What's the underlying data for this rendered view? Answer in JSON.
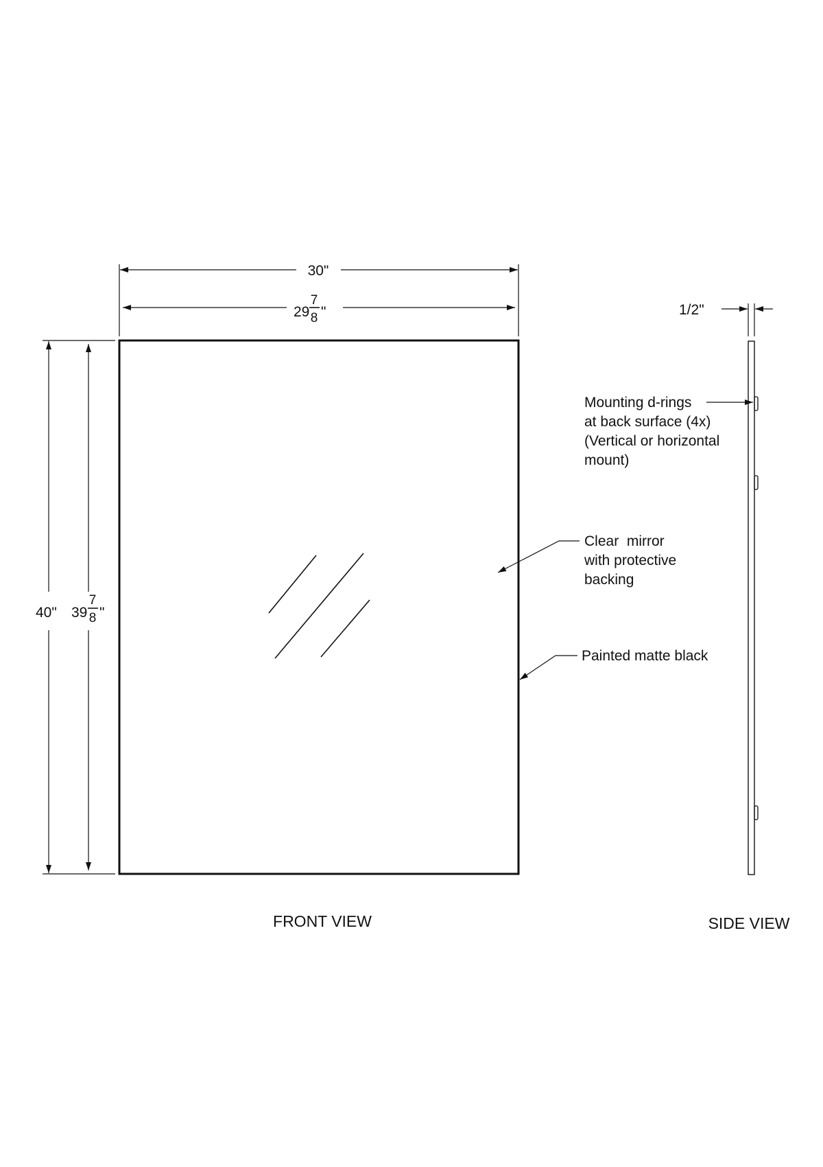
{
  "front_view": {
    "label": "FRONT VIEW",
    "dim_overall_width": "30\"",
    "dim_glass_width": {
      "whole": "29",
      "num": "7",
      "den": "8",
      "unit": "\""
    },
    "dim_overall_height": "40\"",
    "dim_glass_height": {
      "whole": "39",
      "num": "7",
      "den": "8",
      "unit": "\""
    },
    "callout_mirror": [
      "Clear  mirror",
      "with protective",
      "backing"
    ],
    "callout_frame": "Painted matte black"
  },
  "side_view": {
    "label": "SIDE VIEW",
    "dim_thickness": "1/2\"",
    "callout_drings": [
      "Mounting d-rings",
      "at back surface (4x)",
      "(Vertical or horizontal",
      "mount)"
    ]
  },
  "colors": {
    "line": "#111111",
    "background": "#ffffff"
  }
}
